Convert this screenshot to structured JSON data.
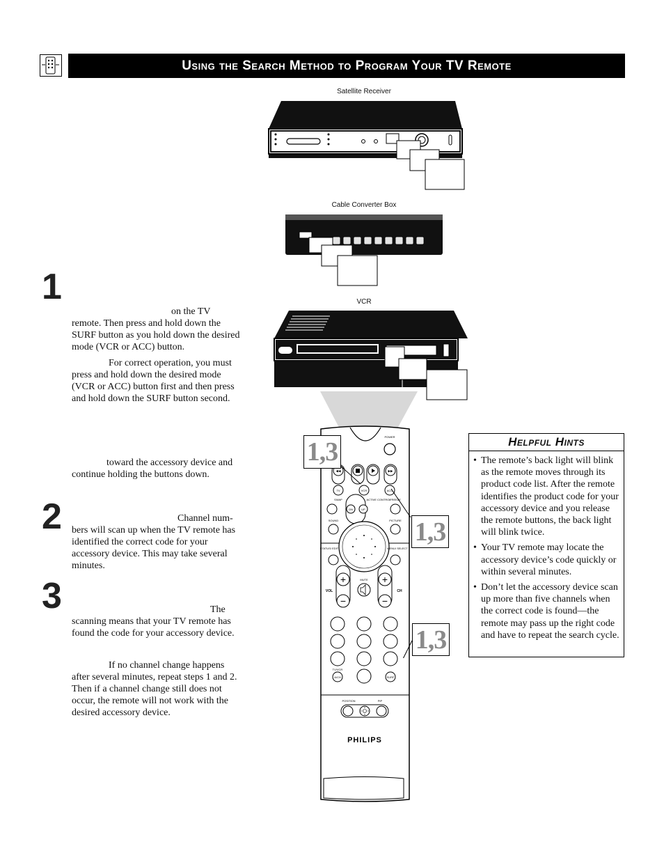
{
  "header": {
    "title": "Using the Search Method to Program Your TV Remote",
    "icon": "remote-control-icon"
  },
  "devices": {
    "satellite_label": "Satellite Receiver",
    "cable_label": "Cable Converter Box",
    "vcr_label": "VCR"
  },
  "steps": [
    {
      "number": "1",
      "paragraphs": [
        "on the TV remote. Then press and hold down the SURF button as you hold down the desired mode (VCR or ACC) button.",
        "For correct operation, you must press and hold down the desired mode (VCR or ACC) button first and then press and hold down the SURF button second.",
        "toward the accessory device and continue holding the buttons down."
      ]
    },
    {
      "number": "2",
      "paragraphs": [
        "Channel num-bers will scan up when the TV remote has identified the correct code for your accessory device. This may take several minutes."
      ]
    },
    {
      "number": "3",
      "paragraphs": [
        "The scanning means that your TV remote has found the code for your accessory device.",
        "If no channel change happens after several minutes, repeat steps 1 and 2. Then if a channel change still does not occur, the remote will not work with the desired accessory device."
      ]
    }
  ],
  "callouts": {
    "step_marker": "1,3"
  },
  "remote": {
    "brand": "PHILIPS",
    "labels": {
      "power": "POWER",
      "tv": "TV",
      "vcr": "VCR",
      "acc": "ACC",
      "swap": "SWAP",
      "pip_ch": "PIP CH",
      "active_control": "ACTIVE CONTROL",
      "freeze": "FREEZE",
      "dn": "DN",
      "up": "UP",
      "sound": "SOUND",
      "picture": "PICTURE",
      "status_edit": "STATUS/ EDIT",
      "menu_select": "MENU/ SELECT",
      "mute": "MUTE",
      "vol": "VOL",
      "ch": "CH",
      "tv_vcr": "TV/VCR",
      "a_ch": "A/CH",
      "surf": "SURF",
      "position": "POSITION",
      "pip": "PIP"
    }
  },
  "hints": {
    "heading": "Helpful Hints",
    "items": [
      "The remote’s back light will blink as the remote moves through its product code list. After the remote identifies the product code for your accessory device and you release the remote buttons, the back light will blink twice.",
      "Your TV remote may locate the accessory device’s code quickly or within several minutes.",
      "Don’t let the accessory device scan up more than five channels when the correct code is found—the remote may pass up the right code and have to repeat the search cycle."
    ]
  },
  "colors": {
    "ink": "#111111",
    "title_bar": "#000000",
    "callout_gray": "#8a8a8a",
    "beam_gray": "#d8d8d8"
  }
}
